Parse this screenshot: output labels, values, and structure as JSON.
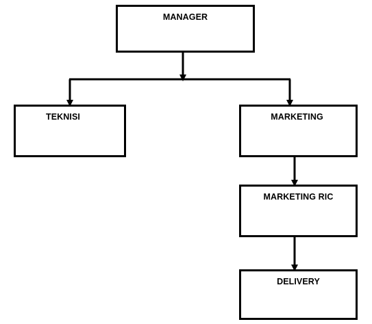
{
  "nodes": {
    "manager": "MANAGER",
    "teknisi": "TEKNISI",
    "marketing": "MARKETING",
    "marketing_ric": "MARKETING RIC",
    "delivery": "DELIVERY"
  },
  "colors": {
    "line": "#000000",
    "box_fill": "#ffffff"
  }
}
